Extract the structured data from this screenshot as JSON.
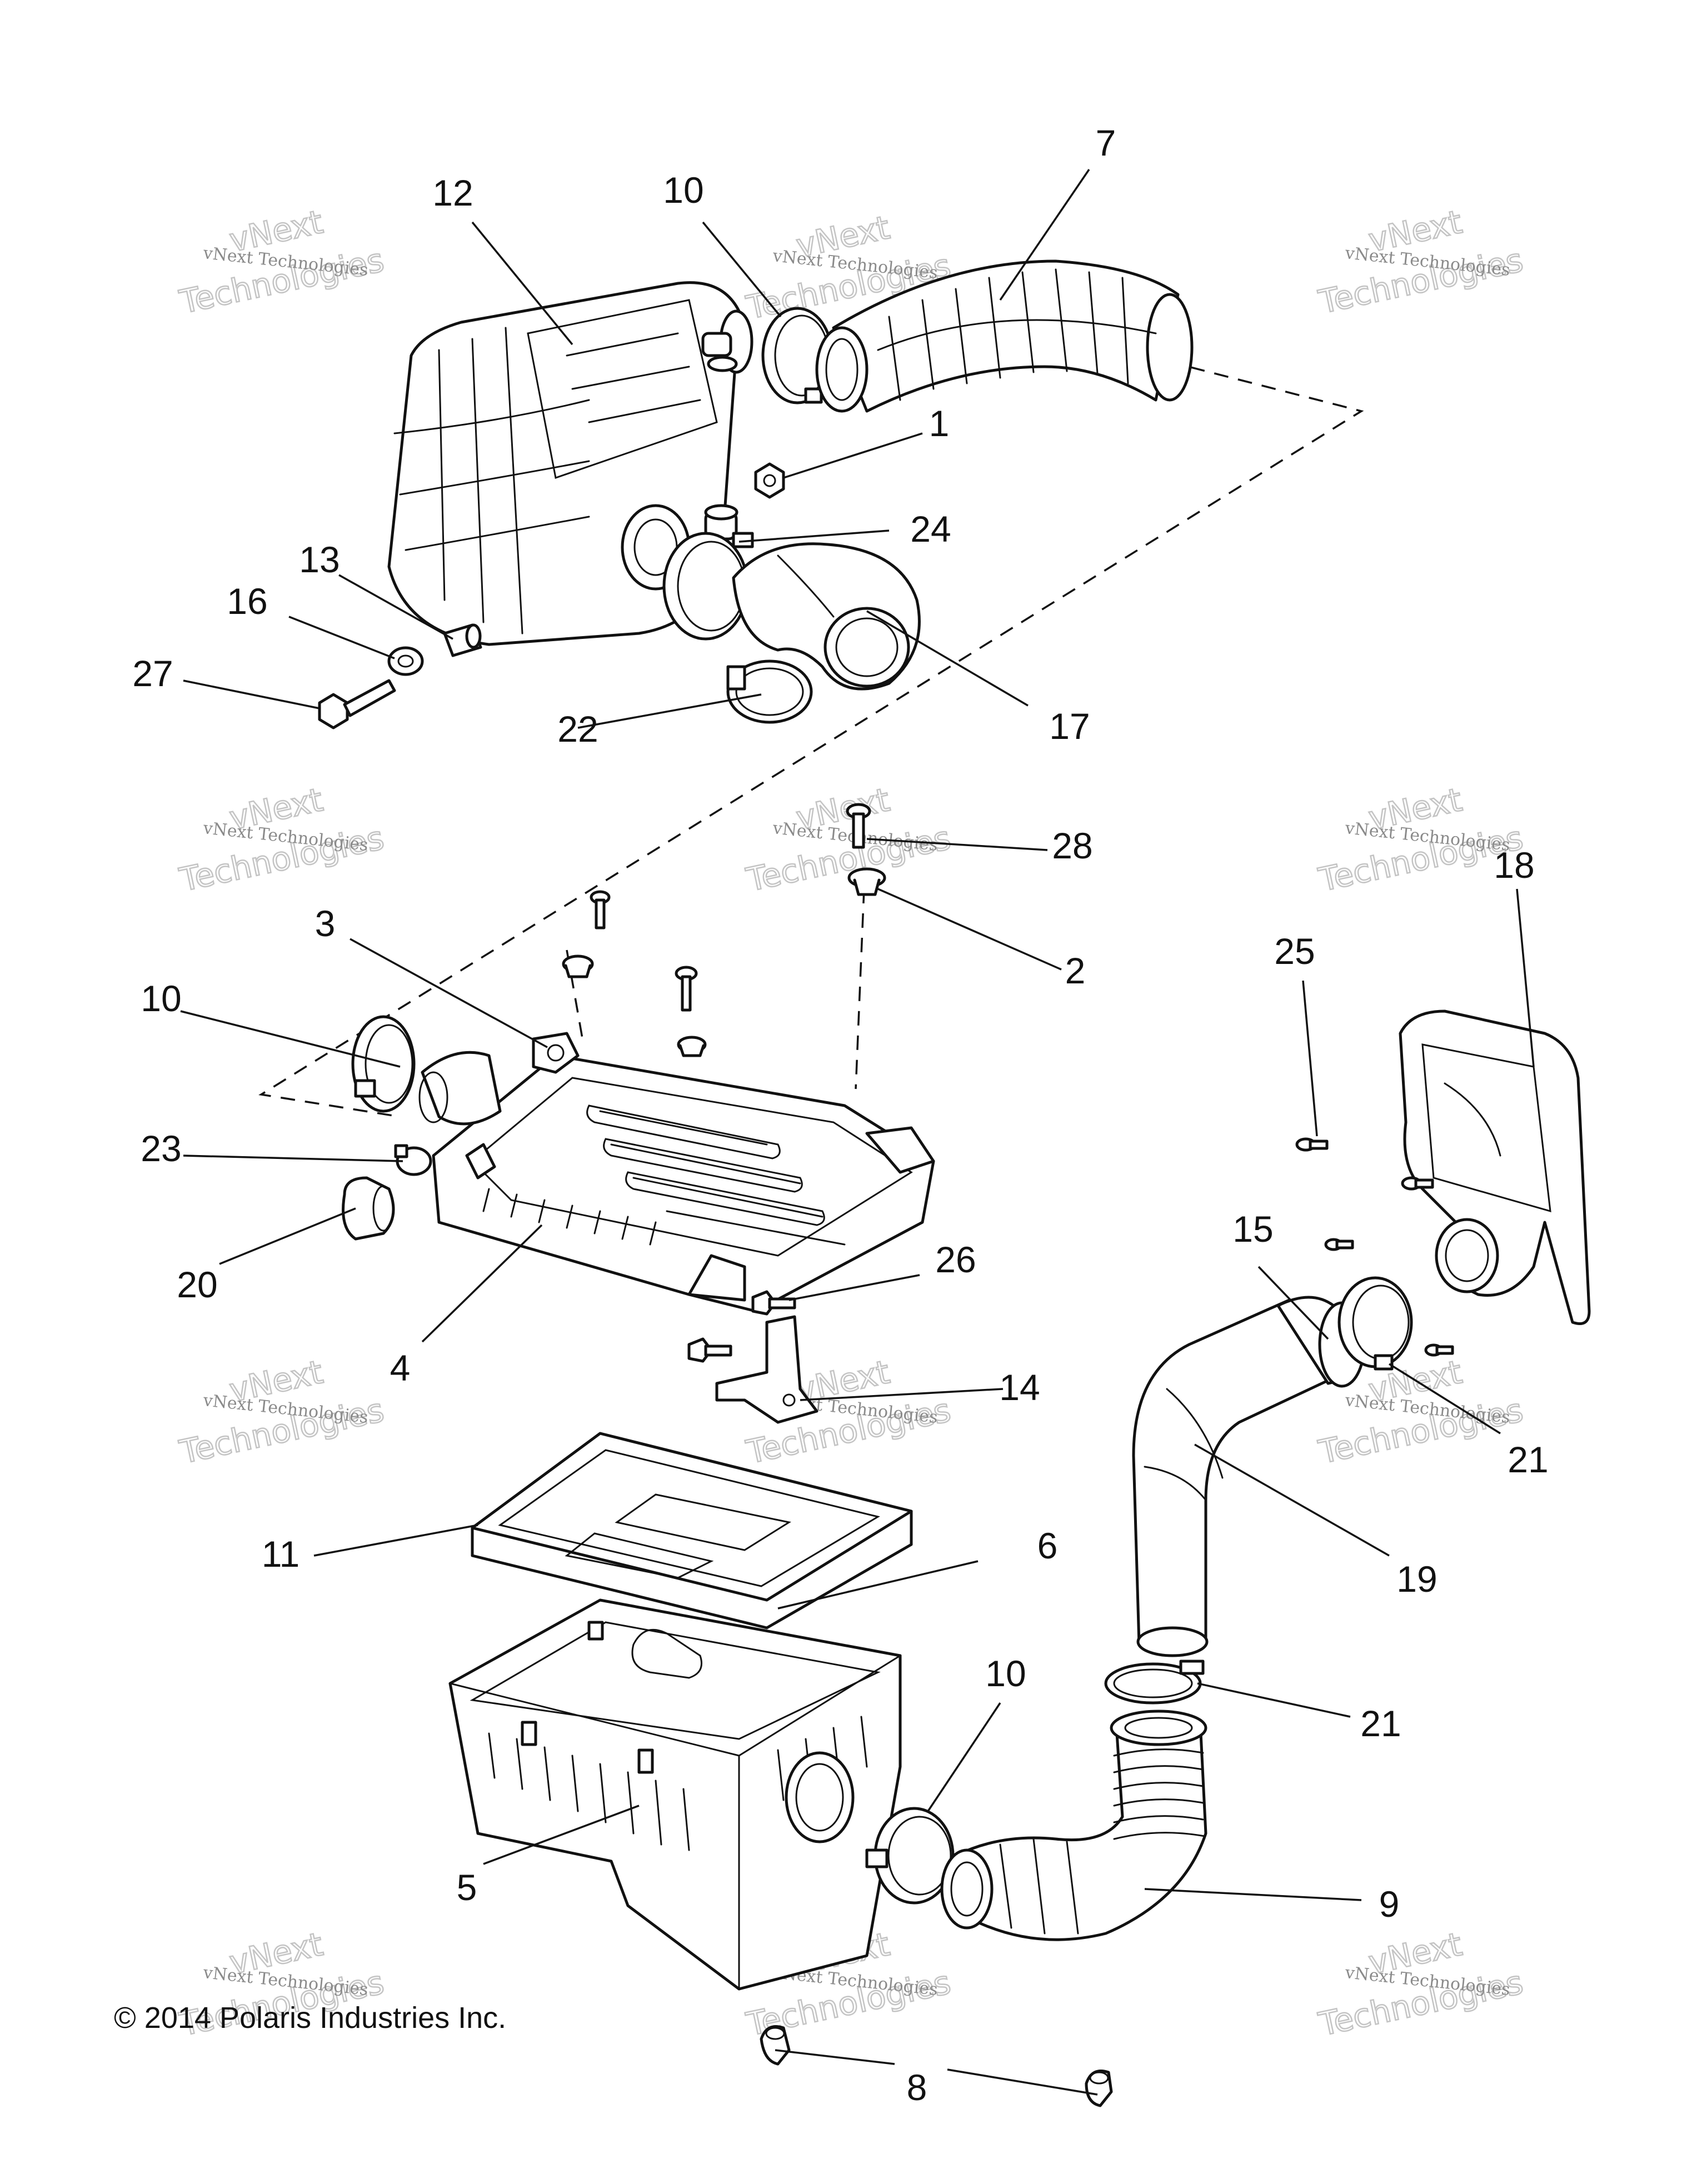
{
  "diagram": {
    "callouts": [
      "1",
      "2",
      "3",
      "4",
      "5",
      "6",
      "7",
      "8",
      "9",
      "10",
      "10",
      "10",
      "11",
      "12",
      "13",
      "14",
      "15",
      "16",
      "17",
      "18",
      "19",
      "20",
      "21",
      "21",
      "22",
      "23",
      "24",
      "25",
      "26",
      "27",
      "28"
    ],
    "watermark": {
      "line1": "vNext Technologies",
      "line2": "vNext",
      "line3": "Technologies"
    },
    "copyright": "© 2014 Polaris Industries Inc."
  }
}
